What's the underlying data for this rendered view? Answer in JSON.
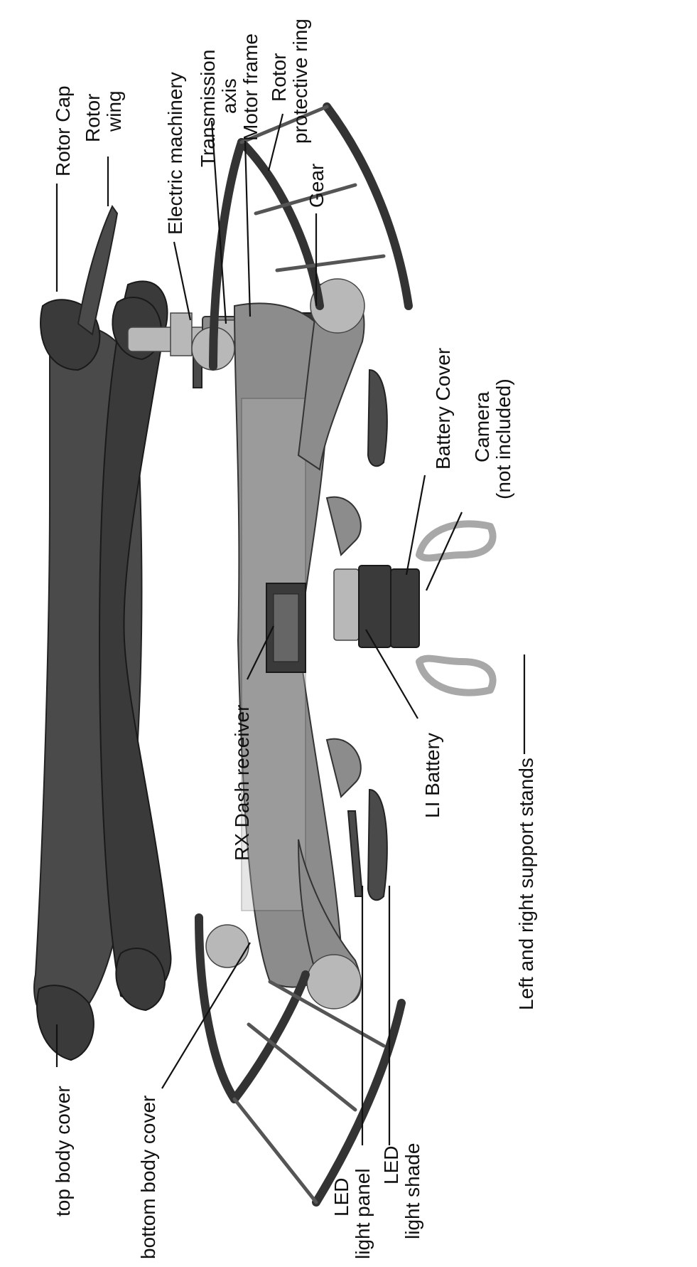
{
  "labels": {
    "rotor_cap": "Rotor Cap",
    "rotor_wing_1": "Rotor",
    "rotor_wing_2": "wing",
    "electric_machinery": "Electric machinery",
    "transmission_axis_1": "Transmission",
    "transmission_axis_2": "axis",
    "motor_frame": "Motor frame",
    "rotor_ring_1": "Rotor",
    "rotor_ring_2": "protective ring",
    "gear": "Gear",
    "battery_cover": "Battery Cover",
    "camera_1": "Camera",
    "camera_2": "(not included)",
    "support_stands": "Left and right support stands",
    "rx_receiver": "RX Dash receiver",
    "li_battery": "LI Battery",
    "top_body_cover": "top body cover",
    "bottom_body_cover": "bottom body cover",
    "led_panel_1": "LED",
    "led_panel_2": "light panel",
    "led_shade_1": "LED",
    "led_shade_2": "light shade"
  }
}
